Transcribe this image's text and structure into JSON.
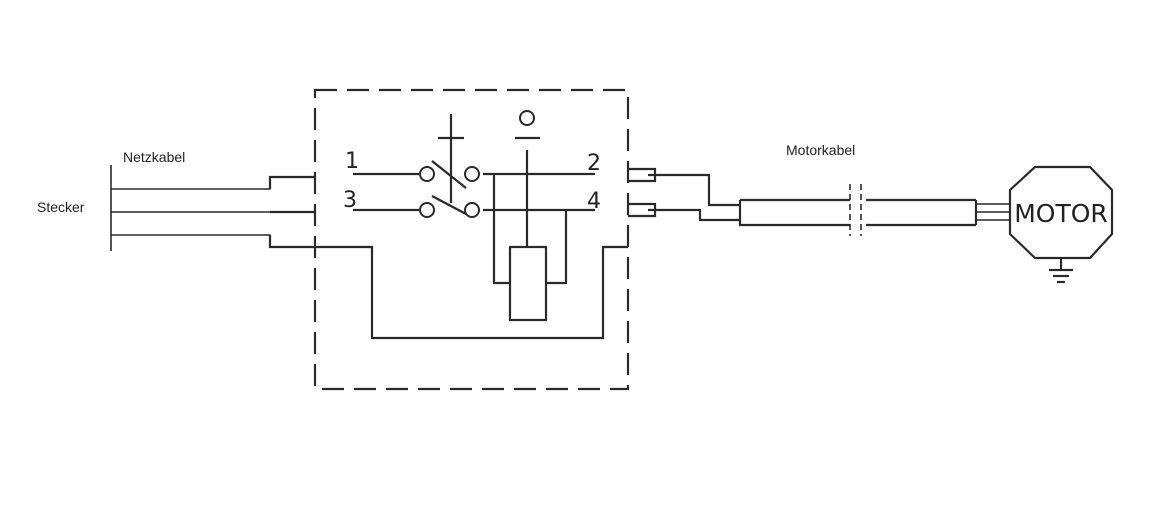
{
  "labels": {
    "netzkabel": "Netzkabel",
    "stecker": "Stecker",
    "motorkabel": "Motorkabel",
    "motor": "MOTOR"
  },
  "switch": {
    "on_symbol": "I",
    "off_symbol": "O",
    "terminal_1": "1",
    "terminal_2": "2",
    "terminal_3": "3",
    "terminal_4": "4"
  },
  "icons": [
    "plug-pins",
    "switch-contact",
    "relay-coil",
    "cable-break",
    "motor",
    "ground-symbol"
  ]
}
